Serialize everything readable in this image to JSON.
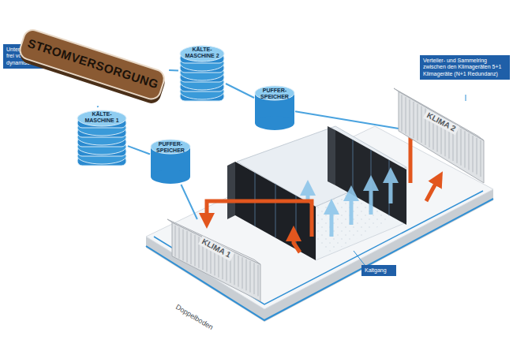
{
  "diagram": {
    "nodes": [
      {
        "text": [
          "Unterbrechungs- frei von diesel- dynamischer USV"
        ]
      },
      {
        "text": [
          "STROMVERSORGUNG"
        ]
      },
      {
        "text": [
          "KÄLTE- MASCHINE 2"
        ]
      },
      {
        "text": [
          "KÄLTE- MASCHINE 1"
        ]
      },
      {
        "text": [
          "PUFFER- SPEICHER"
        ]
      },
      {
        "text": [
          "PUFFER- SPEICHER"
        ]
      },
      {
        "text": [
          "Verteiler- und Sammelring zwischen den Klimageräten 5+1 Klimageräte (N+1 Redundanz)"
        ]
      },
      {
        "text": [
          "KLIMA 2"
        ]
      },
      {
        "text": [
          "KLIMA 1"
        ]
      },
      {
        "text": [
          "Kaltgang"
        ]
      }
    ],
    "edges": [
      {
        "from": 1,
        "to": 2,
        "arrow": "none"
      },
      {
        "from": 1,
        "to": 3,
        "arrow": "none"
      },
      {
        "from": 2,
        "to": 4,
        "arrow": "none"
      },
      {
        "from": 3,
        "to": 5,
        "arrow": "none"
      },
      {
        "from": 4,
        "to": 7,
        "arrow": "none"
      },
      {
        "from": 5,
        "to": 8,
        "arrow": "none"
      }
    ],
    "labels": [
      "Doppelboden"
    ]
  }
}
